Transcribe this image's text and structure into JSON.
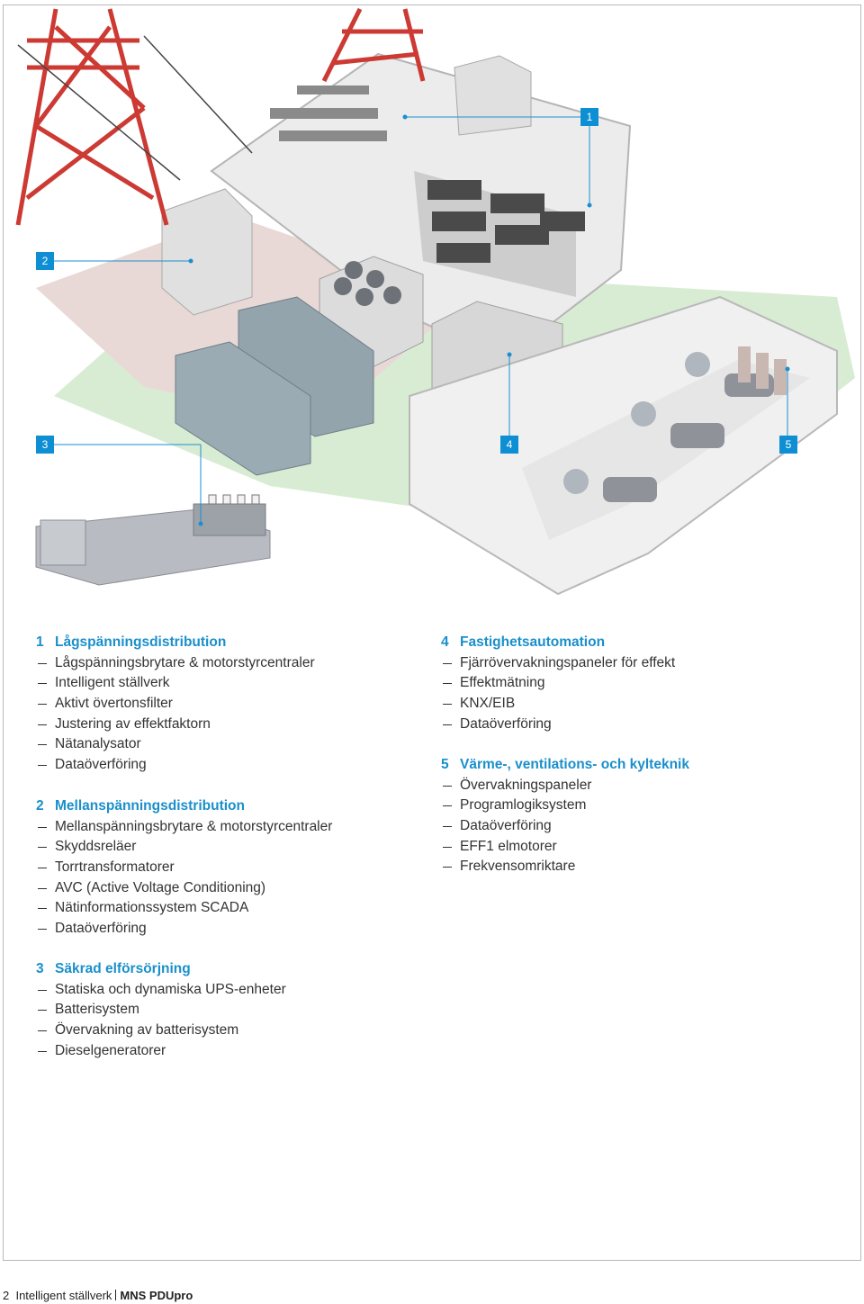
{
  "callouts": [
    "1",
    "2",
    "3",
    "4",
    "5"
  ],
  "sections": [
    {
      "num": "1",
      "title": "Lågspänningsdistribution",
      "items": [
        "Lågspänningsbrytare & motorstyrcentraler",
        "Intelligent ställverk",
        "Aktivt övertonsfilter",
        "Justering av effektfaktorn",
        "Nätanalysator",
        "Dataöverföring"
      ]
    },
    {
      "num": "2",
      "title": "Mellanspänningsdistribution",
      "items": [
        "Mellanspänningsbrytare & motorstyrcentraler",
        "Skyddsreläer",
        "Torrtransformatorer",
        "AVC (Active Voltage Conditioning)",
        "Nätinformationssystem SCADA",
        "Dataöverföring"
      ]
    },
    {
      "num": "3",
      "title": "Säkrad elförsörjning",
      "items": [
        "Statiska och dynamiska UPS-enheter",
        "Batterisystem",
        "Övervakning av batterisystem",
        "Dieselgeneratorer"
      ]
    },
    {
      "num": "4",
      "title": "Fastighetsautomation",
      "items": [
        "Fjärrövervakningspaneler för effekt",
        "Effektmätning",
        "KNX/EIB",
        "Dataöverföring"
      ]
    },
    {
      "num": "5",
      "title": "Värme-, ventilations- och kylteknik",
      "items": [
        "Övervakningspaneler",
        "Programlogiksystem",
        "Dataöverföring",
        "EFF1 elmotorer",
        "Frekvensomriktare"
      ]
    }
  ],
  "footer": {
    "page": "2",
    "doc": "Intelligent ställverk",
    "product": "MNS PDUpro"
  },
  "colors": {
    "accent": "#0f8fd3",
    "tower": "#cc3a33",
    "floor": "#e9d9d6",
    "lawn": "#d8ecd4"
  }
}
